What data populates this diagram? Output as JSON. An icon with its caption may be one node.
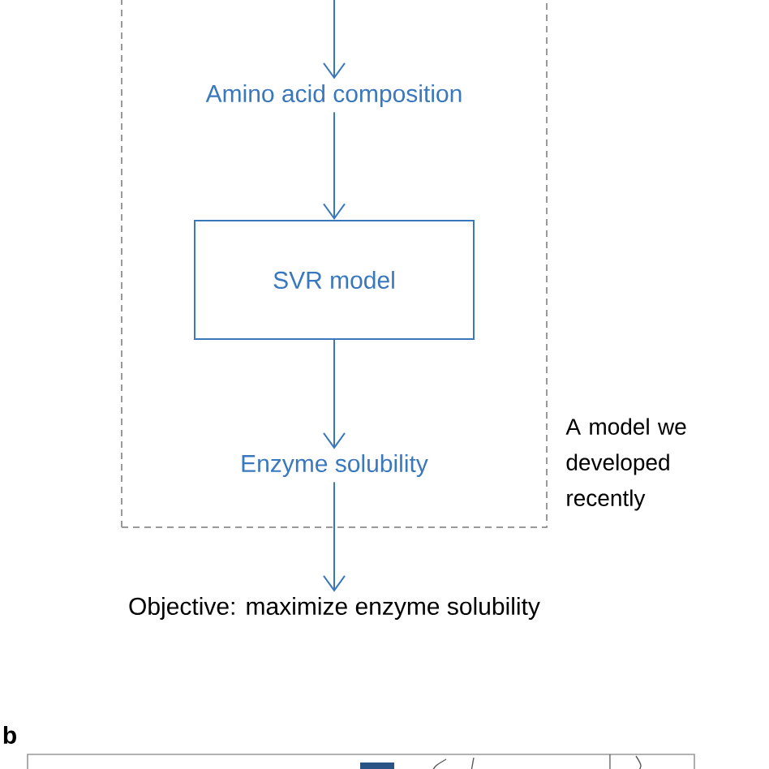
{
  "diagram": {
    "nodes": [
      {
        "text": [],
        "shape": "box",
        "beside": [
          "A model we developed recently"
        ]
      },
      {
        "text": [
          "Amino acid composition"
        ],
        "in": 0
      },
      {
        "text": [
          "SVR model"
        ],
        "in": 0
      },
      {
        "text": [
          "Enzyme solubility"
        ],
        "in": 0
      },
      {
        "text": [
          "Objective: maximize enzyme solubility"
        ]
      }
    ],
    "edges": [
      {
        "from": null,
        "to": 1,
        "arrow": "to"
      },
      {
        "from": 1,
        "to": 2,
        "arrow": "to"
      },
      {
        "from": 2,
        "to": 3,
        "arrow": "to"
      },
      {
        "from": 3,
        "to": 4,
        "arrow": "to"
      }
    ],
    "labels": [
      "b"
    ]
  }
}
